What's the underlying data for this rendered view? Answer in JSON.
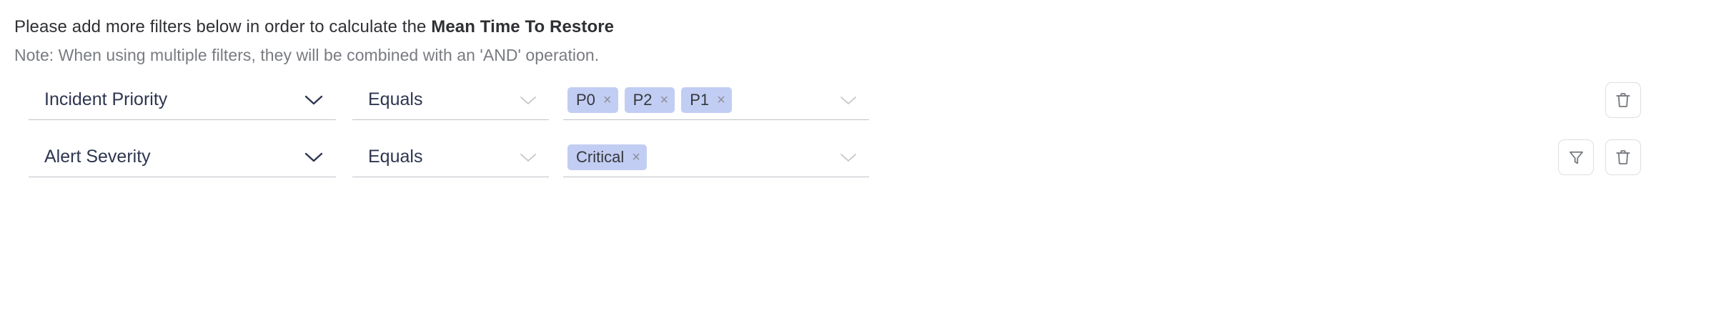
{
  "heading": {
    "text_before": "Please add more filters below in order to calculate the ",
    "metric_name": "Mean Time To Restore",
    "note": "Note: When using multiple filters, they will be combined with an 'AND' operation."
  },
  "colors": {
    "chip_background": "#c2cdf3",
    "field_text": "#2e3650",
    "note_text": "#787b80",
    "heading_text": "#2f3033",
    "underline": "#bfc2c7",
    "button_border": "#dcdee1",
    "icon_stroke": "#76797e"
  },
  "filters": [
    {
      "field": "Incident Priority",
      "operator": "Equals",
      "values": [
        "P0",
        "P2",
        "P1"
      ],
      "chip_remove_label": "×",
      "has_filter_button": false,
      "delete_label": "trash-icon"
    },
    {
      "field": "Alert Severity",
      "operator": "Equals",
      "values": [
        "Critical"
      ],
      "chip_remove_label": "×",
      "has_filter_button": true,
      "filter_label": "funnel-icon",
      "delete_label": "trash-icon"
    }
  ]
}
